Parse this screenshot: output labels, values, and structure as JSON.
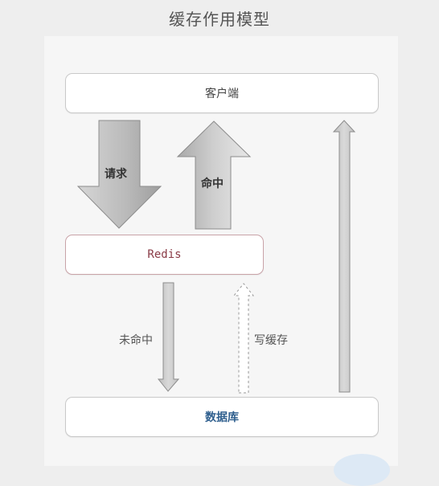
{
  "title": "缓存作用模型",
  "nodes": {
    "client": "客户端",
    "redis": "Redis",
    "database": "数据库"
  },
  "edges": {
    "request": "请求",
    "hit": "命中",
    "miss": "未命中",
    "write_cache": "写缓存"
  },
  "colors": {
    "redis_border": "#c9a3a8",
    "redis_text": "#8a3b46",
    "database_text": "#2f5f8e",
    "arrow_fill": "#c8c8c8"
  }
}
